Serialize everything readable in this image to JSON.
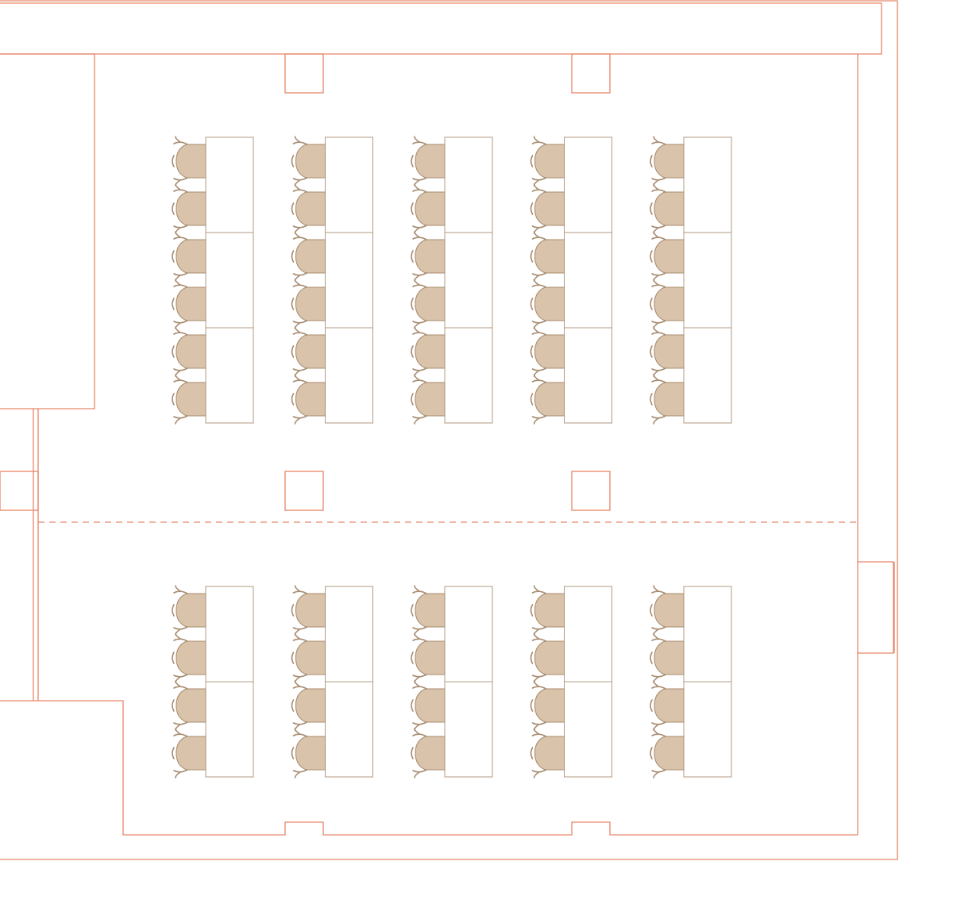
{
  "floorplan": {
    "description_visible_text": "",
    "colors": {
      "wall": "#e8866a",
      "desk_outline": "#b39a82",
      "chair_fill": "#d9c3aa",
      "chair_outline": "#a88c70",
      "background": "#ffffff"
    },
    "sections": [
      {
        "name": "upper-room",
        "desk_columns": 5,
        "desks_per_column": 3,
        "chairs_per_desk": 2
      },
      {
        "name": "lower-room",
        "desk_columns": 5,
        "desks_per_column": 2,
        "chairs_per_desk": 2
      }
    ],
    "room_divider": "dashed-partition",
    "chair_icon": "office-chair-icon",
    "desk_icon": "desk"
  }
}
